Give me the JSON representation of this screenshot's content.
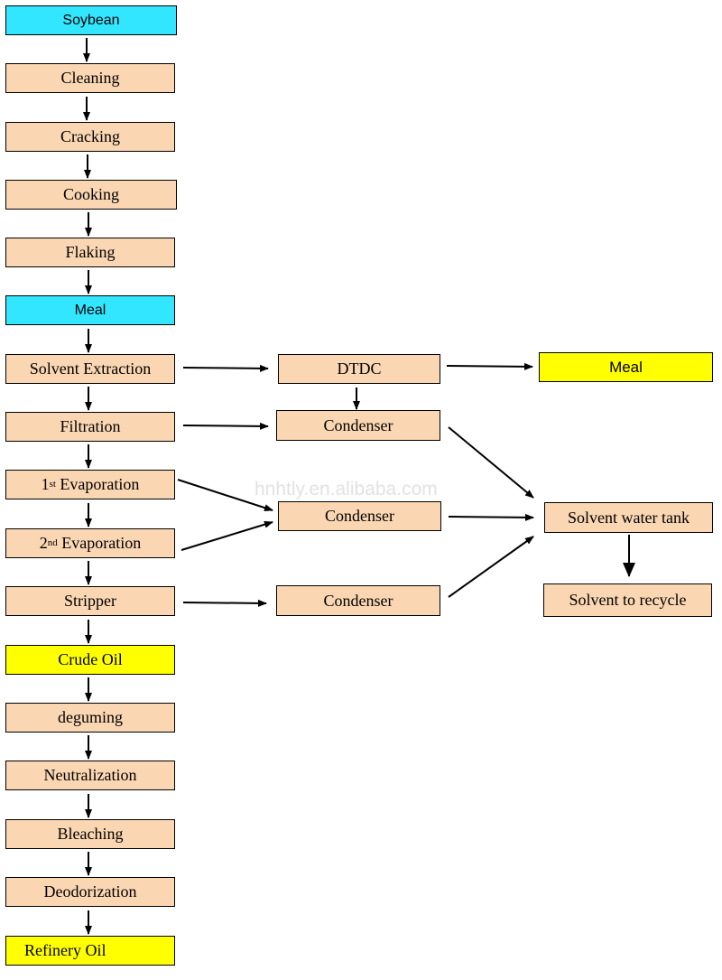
{
  "watermark": "hnhtly.en.alibaba.com",
  "colors": {
    "process": "#fad6b2",
    "material": "#33e6ff",
    "product": "#ffff00"
  },
  "main_flow": {
    "soybean": "Soybean",
    "cleaning": "Cleaning",
    "cracking": "Cracking",
    "cooking": "Cooking",
    "flaking": "Flaking",
    "meal": "Meal",
    "solvent_extraction": "Solvent Extraction",
    "filtration": "Filtration",
    "evap1": {
      "number": "1",
      "suffix": "st",
      "label": "Evaporation"
    },
    "evap2": {
      "number": "2",
      "suffix": "nd",
      "label": "Evaporation"
    },
    "stripper": "Stripper",
    "crude_oil": "Crude Oil",
    "degumming": "deguming",
    "neutralization": "Neutralization",
    "bleaching": "Bleaching",
    "deodorization": "Deodorization",
    "refinery_oil": "Refinery Oil"
  },
  "side_flow": {
    "dtdc": "DTDC",
    "meal_out": "Meal",
    "condenser_1": "Condenser",
    "condenser_2": "Condenser",
    "condenser_3": "Condenser",
    "solvent_water_tank": "Solvent water tank",
    "solvent_recycle": "Solvent to recycle"
  }
}
